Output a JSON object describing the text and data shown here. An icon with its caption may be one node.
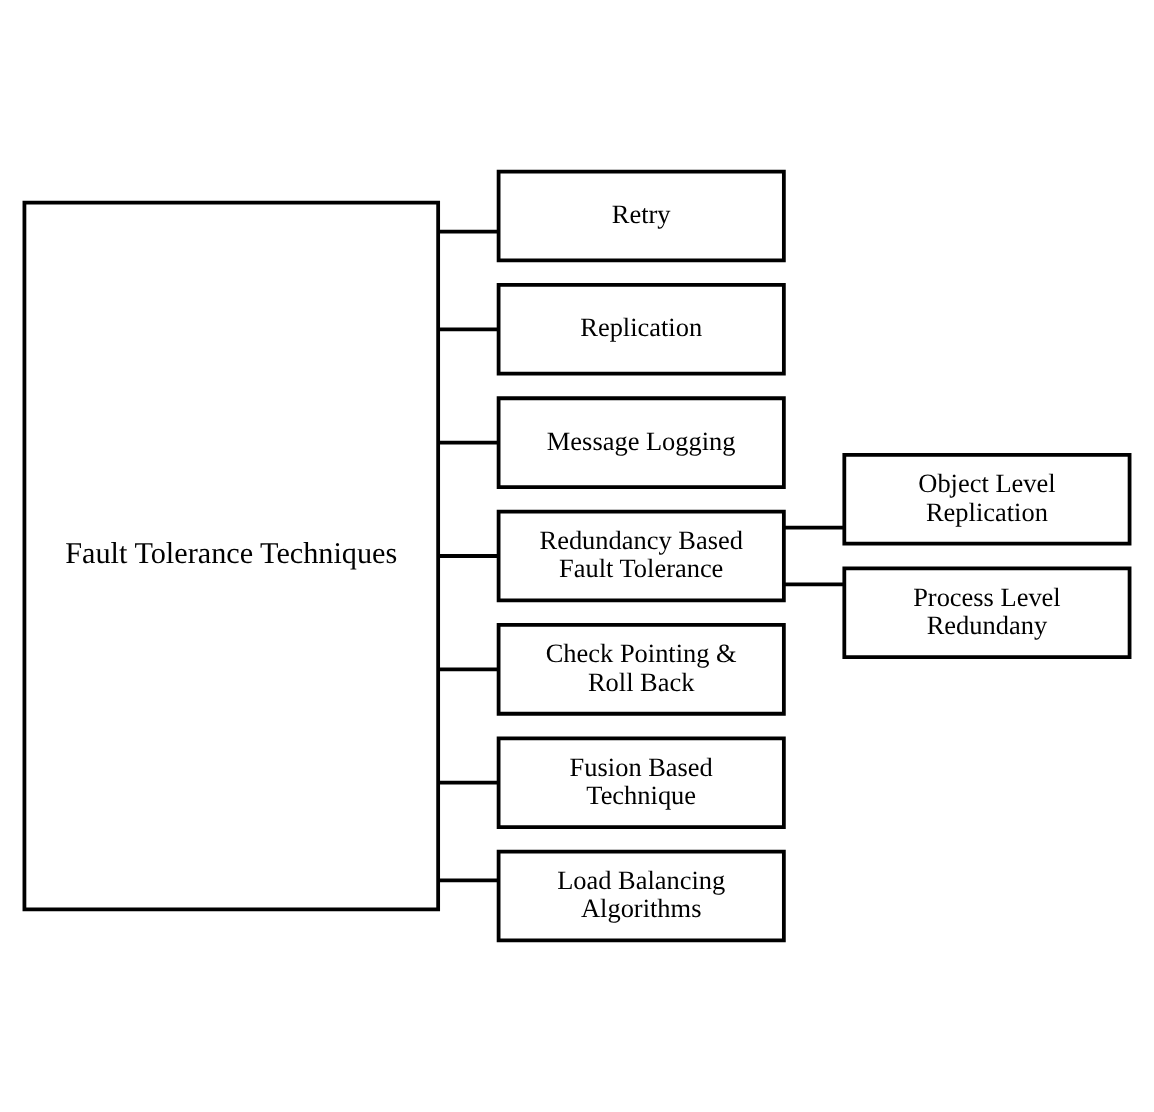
{
  "diagram": {
    "nodes": [
      {
        "text": [
          "Fault Tolerance Techniques"
        ]
      },
      {
        "text": [
          "Retry"
        ]
      },
      {
        "text": [
          "Replication"
        ]
      },
      {
        "text": [
          "Message Logging"
        ]
      },
      {
        "text": [
          "Redundancy Based Fault Tolerance"
        ]
      },
      {
        "text": [
          "Check Pointing & Roll Back"
        ]
      },
      {
        "text": [
          "Fusion Based Technique"
        ]
      },
      {
        "text": [
          "Load Balancing Algorithms"
        ]
      },
      {
        "text": [
          "Object Level Replication"
        ]
      },
      {
        "text": [
          "Process Level Redundany"
        ]
      }
    ],
    "edges": [
      {
        "from": 0,
        "to": 1,
        "arrow": "none"
      },
      {
        "from": 0,
        "to": 2,
        "arrow": "none"
      },
      {
        "from": 0,
        "to": 3,
        "arrow": "none"
      },
      {
        "from": 0,
        "to": 4,
        "arrow": "none"
      },
      {
        "from": 0,
        "to": 5,
        "arrow": "none"
      },
      {
        "from": 0,
        "to": 6,
        "arrow": "none"
      },
      {
        "from": 0,
        "to": 7,
        "arrow": "none"
      },
      {
        "from": 4,
        "to": 8,
        "arrow": "none"
      },
      {
        "from": 4,
        "to": 9,
        "arrow": "none"
      }
    ]
  }
}
